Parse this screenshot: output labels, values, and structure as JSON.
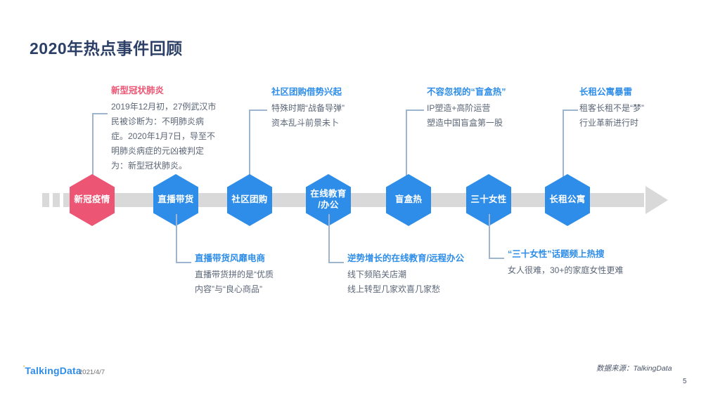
{
  "slide": {
    "title": "2020年热点事件回顾"
  },
  "timeline": {
    "nodes": [
      {
        "label": "新冠疫情",
        "color": "#ec5573"
      },
      {
        "label": "直播带货",
        "color": "#2e8de8"
      },
      {
        "label": "社区团购",
        "color": "#2e8de8"
      },
      {
        "label": "在线教育\n/办公",
        "color": "#2e8de8"
      },
      {
        "label": "盲盒热",
        "color": "#2e8de8"
      },
      {
        "label": "三十女性",
        "color": "#2e8de8"
      },
      {
        "label": "长租公寓",
        "color": "#2e8de8"
      }
    ],
    "track_color": "#d9d9d9",
    "connector_color": "#9db5cf"
  },
  "notes": {
    "top": [
      {
        "heading": "新型冠状肺炎",
        "heading_color": "#ec5573",
        "lines": [
          "2019年12月初，27例武汉市民被诊断为：不明肺炎病症。2020年1月7日，导至不明肺炎病症的元凶被判定为：新型冠状肺炎。"
        ]
      },
      {
        "heading": "社区团购借势兴起",
        "heading_color": "#2e8de8",
        "lines": [
          "特殊时期“战备导弹”",
          "资本乱斗前景未卜"
        ]
      },
      {
        "heading": "不容忽视的“盲盒热”",
        "heading_color": "#2e8de8",
        "lines": [
          "IP塑造+高阶运营",
          "塑造中国盲盒第一股"
        ]
      },
      {
        "heading": "长租公寓暴雷",
        "heading_color": "#2e8de8",
        "lines": [
          "租客长租不是“梦”",
          "行业革新进行时"
        ]
      }
    ],
    "bottom": [
      {
        "heading": "直播带货风靡电商",
        "heading_color": "#2e8de8",
        "lines": [
          "直播带货拼的是“优质",
          "内容”与“良心商品”"
        ]
      },
      {
        "heading": "逆势增长的在线教育/远程办公",
        "heading_color": "#2e8de8",
        "lines": [
          "线下频陷关店潮",
          "线上转型几家欢喜几家愁"
        ]
      },
      {
        "heading": "“三十女性”话题频上热搜",
        "heading_color": "#2e8de8",
        "lines": [
          "女人很难，30+的家庭女性更难"
        ]
      }
    ]
  },
  "footer": {
    "logo": "TalkingData",
    "logo_tick": "'",
    "date": "2021/4/7",
    "source": "数据来源：TalkingData",
    "page_number": "5"
  }
}
